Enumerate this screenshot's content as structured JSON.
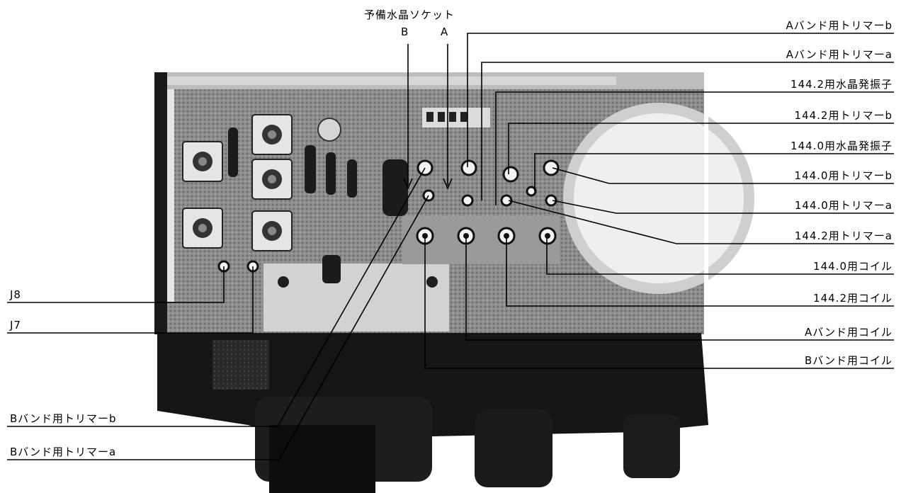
{
  "diagram": {
    "socket_title": "予備水晶ソケット",
    "socket_b": "B",
    "socket_a": "A",
    "labels": {
      "a_trimmer_b": "Aバンド用トリマーb",
      "a_trimmer_a": "Aバンド用トリマーa",
      "xtal_1442": "144.2用水晶発振子",
      "trimmer_1442_b": "144.2用トリマーb",
      "xtal_1440": "144.0用水晶発振子",
      "trimmer_1440_b": "144.0用トリマーb",
      "trimmer_1440_a": "144.0用トリマーa",
      "trimmer_1442_a": "144.2用トリマーa",
      "coil_1440": "144.0用コイル",
      "coil_1442": "144.2用コイル",
      "a_coil": "Aバンド用コイル",
      "b_coil": "Bバンド用コイル",
      "j8": "J8",
      "j7": "J7",
      "b_trimmer_b": "Bバンド用トリマーb",
      "b_trimmer_a": "Bバンド用トリマーa"
    }
  }
}
